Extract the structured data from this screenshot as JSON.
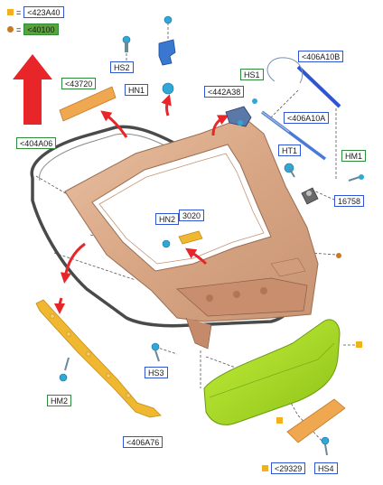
{
  "legend": {
    "square_code": "<423A40",
    "dot_code": "<40100"
  },
  "labels": {
    "hs2": "HS2",
    "hn1": "HN1",
    "l43720": "<43720",
    "l442a38": "<442A38",
    "hs1": "HS1",
    "l406a10b": "<406A10B",
    "l406a10a": "<406A10A",
    "l404a06": "<404A06",
    "ht1": "HT1",
    "hm1": "HM1",
    "l16758": "16758",
    "hn2": "HN2",
    "l3020": "3020",
    "hs3": "HS3",
    "hm2": "HM2",
    "l406a76": "<406A76",
    "l29329": "<29329",
    "hs4": "HS4"
  },
  "colors": {
    "tailgate": "#dcae8e",
    "spoiler": "#a8d824",
    "trim_strip": "#f0b830",
    "arrow": "#e8262a",
    "part_blue": "#2fa8d8",
    "gasket": "#4a4a4a",
    "label_blue": "#2f55d4",
    "label_green": "#2e8b3a"
  }
}
